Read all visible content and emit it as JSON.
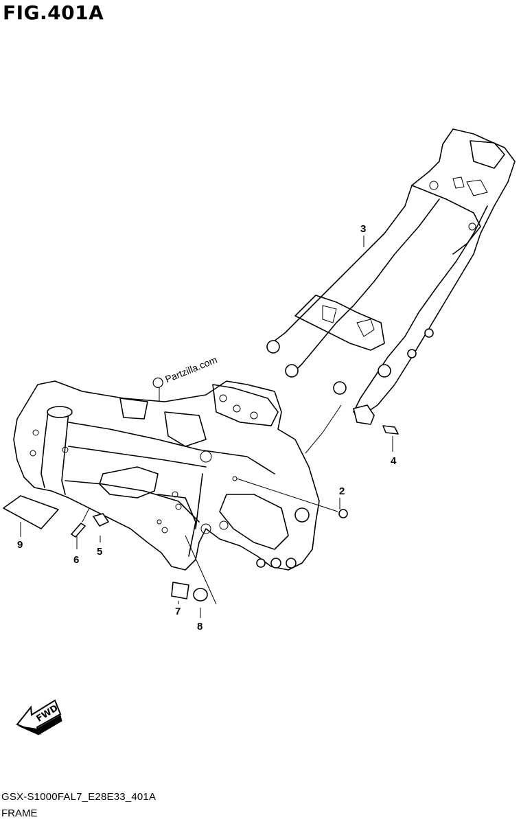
{
  "header": {
    "title": "FIG.401A"
  },
  "footer": {
    "code": "GSX-S1000FAL7_E28E33_401A",
    "label": "FRAME"
  },
  "watermark": {
    "text": "Partzilla.com"
  },
  "arrow": {
    "label": "FWD"
  },
  "callouts": [
    {
      "id": "c1",
      "label": "2"
    },
    {
      "id": "c2",
      "label": "3"
    },
    {
      "id": "c3",
      "label": "4"
    },
    {
      "id": "c4",
      "label": "5"
    },
    {
      "id": "c5",
      "label": "6"
    },
    {
      "id": "c6",
      "label": "7"
    },
    {
      "id": "c7",
      "label": "8"
    },
    {
      "id": "c8",
      "label": "9"
    }
  ]
}
